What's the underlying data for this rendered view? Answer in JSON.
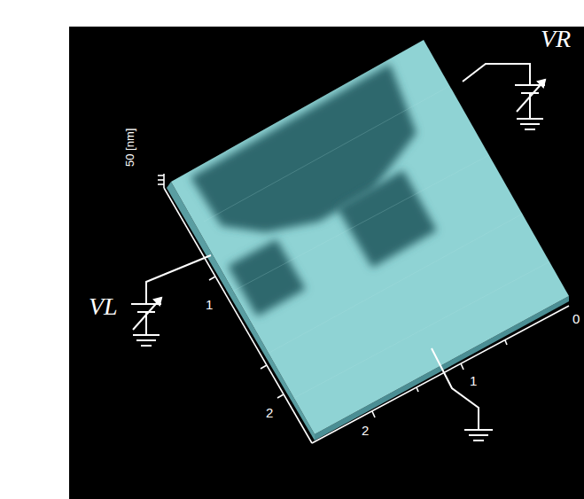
{
  "diagram": {
    "labels": [
      "50 [nm]",
      "VR",
      "VL",
      "1",
      "0",
      "2",
      "2",
      "1"
    ]
  }
}
